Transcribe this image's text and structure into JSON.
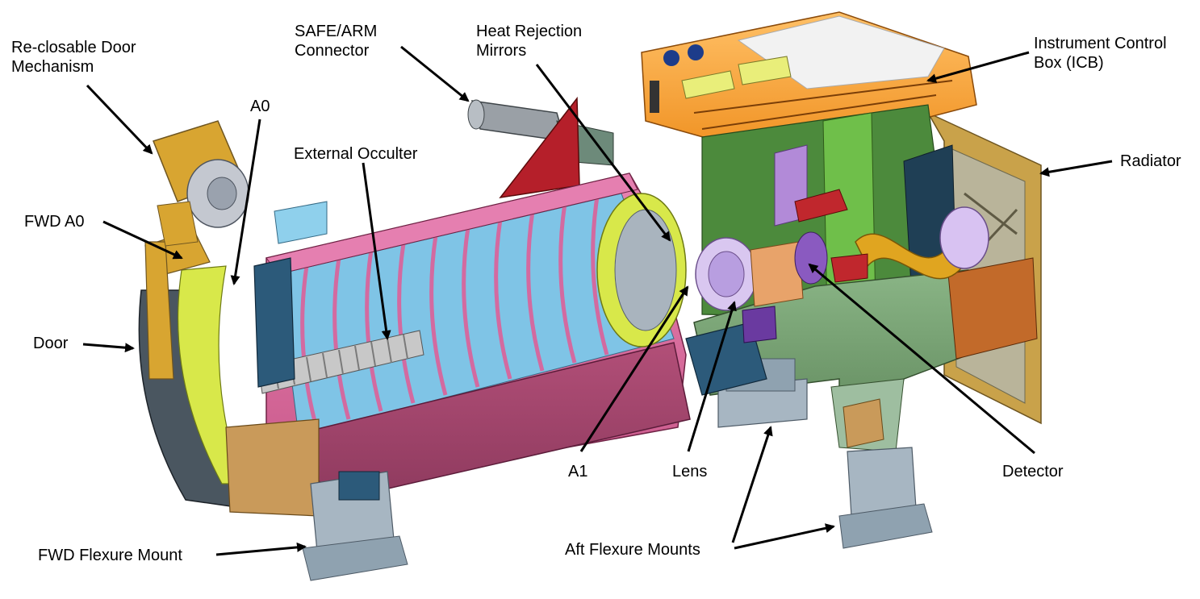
{
  "colors": {
    "tube_pink": "#d96a9a",
    "tube_maroon": "#a8486e",
    "baffle_blue": "#8fd0ec",
    "yellow_green": "#d8e84a",
    "orange_icb": "#f7a23a",
    "green_bench": "#6e9a6a",
    "steel_gray": "#a7b6c2",
    "gold": "#d8a531",
    "navy": "#2c5a7a",
    "red": "#c0272d",
    "arrow": "#000000"
  },
  "labels": {
    "door_mechanism": [
      "Re-closable Door",
      "Mechanism"
    ],
    "a0": "A0",
    "safe_arm": [
      "SAFE/ARM",
      "Connector"
    ],
    "heat_rejection": [
      "Heat Rejection",
      "Mirrors"
    ],
    "external_occulter": "External Occulter",
    "icb": [
      "Instrument Control",
      "Box (ICB)"
    ],
    "radiator": "Radiator",
    "fwd_a0": "FWD A0",
    "door": "Door",
    "a1": "A1",
    "lens": "Lens",
    "detector": "Detector",
    "aft_flexure": "Aft Flexure Mounts",
    "fwd_flexure": "FWD Flexure Mount"
  }
}
